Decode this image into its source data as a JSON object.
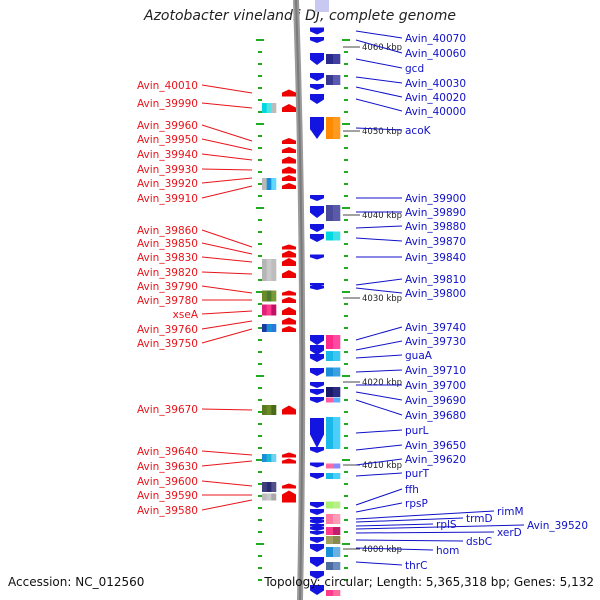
{
  "title": "Azotobacter vinelandii DJ, complete genome",
  "accession": "Accession: NC_012560",
  "topology": "Topology: circular; Length: 5,365,318 bp; Genes: 5,132",
  "colors": {
    "left_labels": "#e8141b",
    "right_labels": "#1010c8",
    "backbone": "#888888",
    "tick": "#22aa22"
  },
  "kbp_markers": [
    {
      "label": "4060 kbp",
      "row": 47
    },
    {
      "label": "4050 kbp",
      "row": 131
    },
    {
      "label": "4040 kbp",
      "row": 215
    },
    {
      "label": "4030 kbp",
      "row": 298
    },
    {
      "label": "4020 kbp",
      "row": 382
    },
    {
      "label": "4010 kbp",
      "row": 465
    },
    {
      "label": "4000 kbp",
      "row": 549
    }
  ],
  "left_genes": [
    {
      "label": "Avin_40010",
      "label_row": 85,
      "target_row": 93
    },
    {
      "label": "Avin_39990",
      "label_row": 103,
      "target_row": 108
    },
    {
      "label": "Avin_39960",
      "label_row": 125,
      "target_row": 141
    },
    {
      "label": "Avin_39950",
      "label_row": 139,
      "target_row": 150
    },
    {
      "label": "Avin_39940",
      "label_row": 154,
      "target_row": 160
    },
    {
      "label": "Avin_39930",
      "label_row": 169,
      "target_row": 170
    },
    {
      "label": "Avin_39920",
      "label_row": 183,
      "target_row": 178
    },
    {
      "label": "Avin_39910",
      "label_row": 198,
      "target_row": 186
    },
    {
      "label": "Avin_39860",
      "label_row": 230,
      "target_row": 247
    },
    {
      "label": "Avin_39850",
      "label_row": 243,
      "target_row": 254
    },
    {
      "label": "Avin_39830",
      "label_row": 257,
      "target_row": 262
    },
    {
      "label": "Avin_39820",
      "label_row": 272,
      "target_row": 274
    },
    {
      "label": "Avin_39790",
      "label_row": 286,
      "target_row": 293
    },
    {
      "label": "Avin_39780",
      "label_row": 300,
      "target_row": 300
    },
    {
      "label": "xseA",
      "label_row": 314,
      "target_row": 311
    },
    {
      "label": "Avin_39760",
      "label_row": 329,
      "target_row": 321
    },
    {
      "label": "Avin_39750",
      "label_row": 343,
      "target_row": 329
    },
    {
      "label": "Avin_39670",
      "label_row": 409,
      "target_row": 410
    },
    {
      "label": "Avin_39640",
      "label_row": 451,
      "target_row": 455
    },
    {
      "label": "Avin_39630",
      "label_row": 466,
      "target_row": 461
    },
    {
      "label": "Avin_39600",
      "label_row": 481,
      "target_row": 486
    },
    {
      "label": "Avin_39590",
      "label_row": 495,
      "target_row": 495
    },
    {
      "label": "Avin_39580",
      "label_row": 510,
      "target_row": 500
    }
  ],
  "right_genes": [
    {
      "label": "Avin_40070",
      "label_row": 38,
      "target_row": 31
    },
    {
      "label": "Avin_40060",
      "label_row": 53,
      "target_row": 40
    },
    {
      "label": "gcd",
      "label_row": 68,
      "target_row": 59
    },
    {
      "label": "Avin_40030",
      "label_row": 83,
      "target_row": 77
    },
    {
      "label": "Avin_40020",
      "label_row": 97,
      "target_row": 87
    },
    {
      "label": "Avin_40000",
      "label_row": 111,
      "target_row": 99
    },
    {
      "label": "acoK",
      "label_row": 130,
      "target_row": 128
    },
    {
      "label": "Avin_39900",
      "label_row": 198,
      "target_row": 198
    },
    {
      "label": "Avin_39890",
      "label_row": 212,
      "target_row": 212
    },
    {
      "label": "Avin_39880",
      "label_row": 226,
      "target_row": 228
    },
    {
      "label": "Avin_39870",
      "label_row": 241,
      "target_row": 238
    },
    {
      "label": "Avin_39840",
      "label_row": 257,
      "target_row": 257
    },
    {
      "label": "Avin_39810",
      "label_row": 279,
      "target_row": 285
    },
    {
      "label": "Avin_39800",
      "label_row": 293,
      "target_row": 288
    },
    {
      "label": "Avin_39740",
      "label_row": 327,
      "target_row": 340
    },
    {
      "label": "Avin_39730",
      "label_row": 341,
      "target_row": 350
    },
    {
      "label": "guaA",
      "label_row": 355,
      "target_row": 358
    },
    {
      "label": "Avin_39710",
      "label_row": 370,
      "target_row": 372
    },
    {
      "label": "Avin_39700",
      "label_row": 385,
      "target_row": 385
    },
    {
      "label": "Avin_39690",
      "label_row": 400,
      "target_row": 392
    },
    {
      "label": "Avin_39680",
      "label_row": 415,
      "target_row": 400
    },
    {
      "label": "purL",
      "label_row": 430,
      "target_row": 433
    },
    {
      "label": "Avin_39650",
      "label_row": 445,
      "target_row": 450
    },
    {
      "label": "Avin_39620",
      "label_row": 459,
      "target_row": 465
    },
    {
      "label": "purT",
      "label_row": 473,
      "target_row": 476
    },
    {
      "label": "ffh",
      "label_row": 489,
      "target_row": 505
    },
    {
      "label": "rpsP",
      "label_row": 503,
      "target_row": 512
    },
    {
      "label": "rimM",
      "label_row": 511,
      "target_row": 519
    },
    {
      "label": "trmD",
      "label_row": 518,
      "target_row": 522
    },
    {
      "label": "rplS",
      "label_row": 524,
      "target_row": 526
    },
    {
      "label": "Avin_39520",
      "label_row": 525,
      "target_row": 529
    },
    {
      "label": "xerD",
      "label_row": 532,
      "target_row": 533
    },
    {
      "label": "dsbC",
      "label_row": 541,
      "target_row": 540
    },
    {
      "label": "hom",
      "label_row": 550,
      "target_row": 548
    },
    {
      "label": "thrC",
      "label_row": 565,
      "target_row": 562
    }
  ],
  "left_track_blocks": [
    {
      "row": 108,
      "h": 10,
      "colors": [
        "#00d8e0",
        "#4fe3e3",
        "#bcbcbc"
      ]
    },
    {
      "row": 184,
      "h": 12,
      "colors": [
        "#b9b9b9",
        "#1a8fd8",
        "#5fd8ff"
      ]
    },
    {
      "row": 270,
      "h": 22,
      "colors": [
        "#b5b5b5",
        "#c9c9c9",
        "#bdbdbd"
      ]
    },
    {
      "row": 296,
      "h": 11,
      "colors": [
        "#6c8a2a",
        "#4a7a2a",
        "#7a9a3a"
      ]
    },
    {
      "row": 310,
      "h": 11,
      "colors": [
        "#e0207a",
        "#ff3a8a",
        "#c01068"
      ]
    },
    {
      "row": 328,
      "h": 8,
      "colors": [
        "#1a3aa0",
        "#1a8fd8",
        "#2a7adc"
      ]
    },
    {
      "row": 410,
      "h": 10,
      "colors": [
        "#5a7a22",
        "#6a8a2a",
        "#4a6a1a"
      ]
    },
    {
      "row": 458,
      "h": 8,
      "colors": [
        "#1a8fd8",
        "#1ab8d8",
        "#6fd0f0"
      ]
    },
    {
      "row": 487,
      "h": 10,
      "colors": [
        "#404080",
        "#2a2a70",
        "#50508a"
      ]
    },
    {
      "row": 497,
      "h": 7,
      "colors": [
        "#bdbdbd",
        "#c9c9c9",
        "#a9a9a9"
      ]
    }
  ],
  "left_arrows": [
    {
      "row": 93,
      "h": 7
    },
    {
      "row": 108,
      "h": 8
    },
    {
      "row": 141,
      "h": 6
    },
    {
      "row": 150,
      "h": 6
    },
    {
      "row": 160,
      "h": 7
    },
    {
      "row": 170,
      "h": 7
    },
    {
      "row": 178,
      "h": 6
    },
    {
      "row": 186,
      "h": 6
    },
    {
      "row": 247,
      "h": 5
    },
    {
      "row": 254,
      "h": 7
    },
    {
      "row": 262,
      "h": 8
    },
    {
      "row": 274,
      "h": 8
    },
    {
      "row": 293,
      "h": 5
    },
    {
      "row": 300,
      "h": 6
    },
    {
      "row": 311,
      "h": 8
    },
    {
      "row": 321,
      "h": 7
    },
    {
      "row": 329,
      "h": 6
    },
    {
      "row": 410,
      "h": 9
    },
    {
      "row": 455,
      "h": 5
    },
    {
      "row": 461,
      "h": 5
    },
    {
      "row": 486,
      "h": 5
    },
    {
      "row": 495,
      "h": 9
    },
    {
      "row": 500,
      "h": 5
    }
  ],
  "right_arrows": [
    {
      "row": 31,
      "h": 7
    },
    {
      "row": 40,
      "h": 6
    },
    {
      "row": 59,
      "h": 12
    },
    {
      "row": 77,
      "h": 8
    },
    {
      "row": 87,
      "h": 6
    },
    {
      "row": 99,
      "h": 10
    },
    {
      "row": 128,
      "h": 22
    },
    {
      "row": 198,
      "h": 6
    },
    {
      "row": 212,
      "h": 12
    },
    {
      "row": 228,
      "h": 8
    },
    {
      "row": 238,
      "h": 8
    },
    {
      "row": 257,
      "h": 5
    },
    {
      "row": 285,
      "h": 4
    },
    {
      "row": 288,
      "h": 4
    },
    {
      "row": 340,
      "h": 10
    },
    {
      "row": 350,
      "h": 10
    },
    {
      "row": 358,
      "h": 8
    },
    {
      "row": 372,
      "h": 8
    },
    {
      "row": 385,
      "h": 6
    },
    {
      "row": 392,
      "h": 6
    },
    {
      "row": 400,
      "h": 6
    },
    {
      "row": 433,
      "h": 30
    },
    {
      "row": 450,
      "h": 6
    },
    {
      "row": 465,
      "h": 5
    },
    {
      "row": 476,
      "h": 6
    },
    {
      "row": 505,
      "h": 6
    },
    {
      "row": 512,
      "h": 6
    },
    {
      "row": 519,
      "h": 4
    },
    {
      "row": 522,
      "h": 4
    },
    {
      "row": 526,
      "h": 4
    },
    {
      "row": 529,
      "h": 4
    },
    {
      "row": 533,
      "h": 4
    },
    {
      "row": 540,
      "h": 6
    },
    {
      "row": 548,
      "h": 8
    },
    {
      "row": 562,
      "h": 10
    },
    {
      "row": 575,
      "h": 8
    },
    {
      "row": 590,
      "h": 10
    }
  ],
  "right_track_blocks": [
    {
      "row": 59,
      "h": 10,
      "colors": [
        "#2a2a8a",
        "#4040a0"
      ]
    },
    {
      "row": 80,
      "h": 10,
      "colors": [
        "#3a3a90",
        "#5a5ab0"
      ]
    },
    {
      "row": 128,
      "h": 22,
      "colors": [
        "#ff8a00",
        "#ff9a20"
      ]
    },
    {
      "row": 213,
      "h": 16,
      "colors": [
        "#4a4a9a",
        "#5a5aa8"
      ]
    },
    {
      "row": 236,
      "h": 9,
      "colors": [
        "#00d8e0",
        "#40e0e8"
      ]
    },
    {
      "row": 342,
      "h": 14,
      "colors": [
        "#ff2a8a",
        "#ff4aa0"
      ]
    },
    {
      "row": 356,
      "h": 10,
      "colors": [
        "#1ab8e8",
        "#3ac8f0"
      ]
    },
    {
      "row": 372,
      "h": 9,
      "colors": [
        "#1a8fd8",
        "#3aa0e0"
      ]
    },
    {
      "row": 392,
      "h": 10,
      "colors": [
        "#1a1a6a",
        "#2a2a80"
      ]
    },
    {
      "row": 400,
      "h": 5,
      "colors": [
        "#ff5aa0",
        "#5ab0ff"
      ]
    },
    {
      "row": 433,
      "h": 32,
      "colors": [
        "#1ab8e8",
        "#4ad0f8"
      ]
    },
    {
      "row": 466,
      "h": 5,
      "colors": [
        "#ff6aa0",
        "#8a8aff"
      ]
    },
    {
      "row": 476,
      "h": 6,
      "colors": [
        "#1ab8e8",
        "#4ad0f8"
      ]
    },
    {
      "row": 505,
      "h": 7,
      "colors": [
        "#a8f070",
        "#b8f088"
      ]
    },
    {
      "row": 519,
      "h": 10,
      "colors": [
        "#ff7aa0",
        "#ff9ab8"
      ]
    },
    {
      "row": 531,
      "h": 8,
      "colors": [
        "#ff3a8a",
        "#c0206a"
      ]
    },
    {
      "row": 540,
      "h": 8,
      "colors": [
        "#a0a060",
        "#8a8a50"
      ]
    },
    {
      "row": 552,
      "h": 10,
      "colors": [
        "#1a8fd8",
        "#6ab0e0"
      ]
    },
    {
      "row": 566,
      "h": 8,
      "colors": [
        "#4a6aa0",
        "#6a8ac0"
      ]
    },
    {
      "row": 593,
      "h": 6,
      "colors": [
        "#ff3a8a",
        "#ff6aa0"
      ]
    }
  ]
}
